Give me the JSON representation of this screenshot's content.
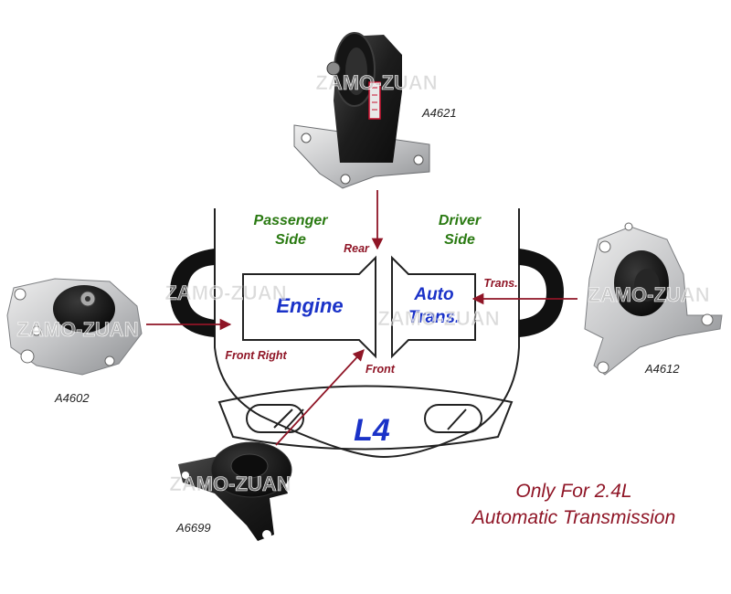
{
  "colors": {
    "arrow": "#8f1526",
    "side_label": "#2a7a12",
    "box_label": "#1a32c8",
    "note": "#8f1526",
    "outline": "#222222",
    "metal": "#c9cacb",
    "rubber": "#1b1b1b"
  },
  "diagram": {
    "side_labels": {
      "passenger": [
        "Passenger",
        "Side"
      ],
      "driver": [
        "Driver",
        "Side"
      ]
    },
    "position_labels": {
      "rear": "Rear",
      "trans": "Trans.",
      "front_right": "Front Right",
      "front": "Front"
    },
    "engine_label": "Engine",
    "transmission_label": [
      "Auto",
      "Trans."
    ],
    "engine_code": "L4",
    "note": [
      "Only For 2.4L",
      "Automatic Transmission"
    ],
    "watermark": "ZAMO-ZUAN",
    "parts": [
      {
        "code": "A4621",
        "position": "rear",
        "icon": "rear-mount-photo"
      },
      {
        "code": "A4612",
        "position": "trans",
        "icon": "transmission-mount-photo"
      },
      {
        "code": "A4602",
        "position": "front-right",
        "icon": "front-right-mount-photo"
      },
      {
        "code": "A6699",
        "position": "front",
        "icon": "front-mount-photo"
      }
    ]
  }
}
